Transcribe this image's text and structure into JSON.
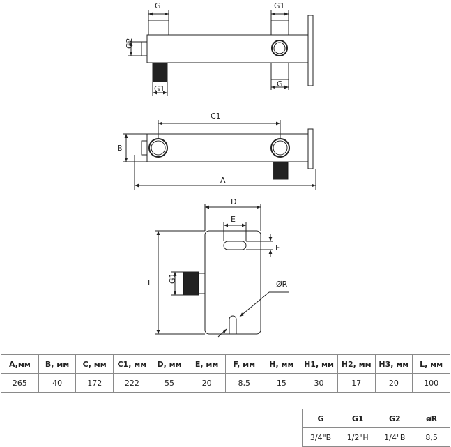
{
  "drawing": {
    "top_view": {
      "g": "G",
      "g1_top": "G1",
      "g2": "G2",
      "g1_bottom": "G1",
      "g_bottom": "G"
    },
    "front_view": {
      "c1": "C1",
      "b": "B",
      "a": "A"
    },
    "side_view": {
      "d": "D",
      "e": "E",
      "f": "F",
      "l": "L",
      "g1": "G1",
      "r": "ØR"
    }
  },
  "main_table": {
    "headers": [
      "A,мм",
      "B, мм",
      "C, мм",
      "C1, мм",
      "D, мм",
      "E, мм",
      "F, мм",
      "H, мм",
      "H1, мм",
      "H2, мм",
      "H3, мм",
      "L, мм"
    ],
    "values": [
      "265",
      "40",
      "172",
      "222",
      "55",
      "20",
      "8,5",
      "15",
      "30",
      "17",
      "20",
      "100"
    ]
  },
  "thread_table": {
    "headers": [
      "G",
      "G1",
      "G2",
      "øR"
    ],
    "values": [
      "3/4\"В",
      "1/2\"Н",
      "1/4\"В",
      "8,5"
    ]
  }
}
